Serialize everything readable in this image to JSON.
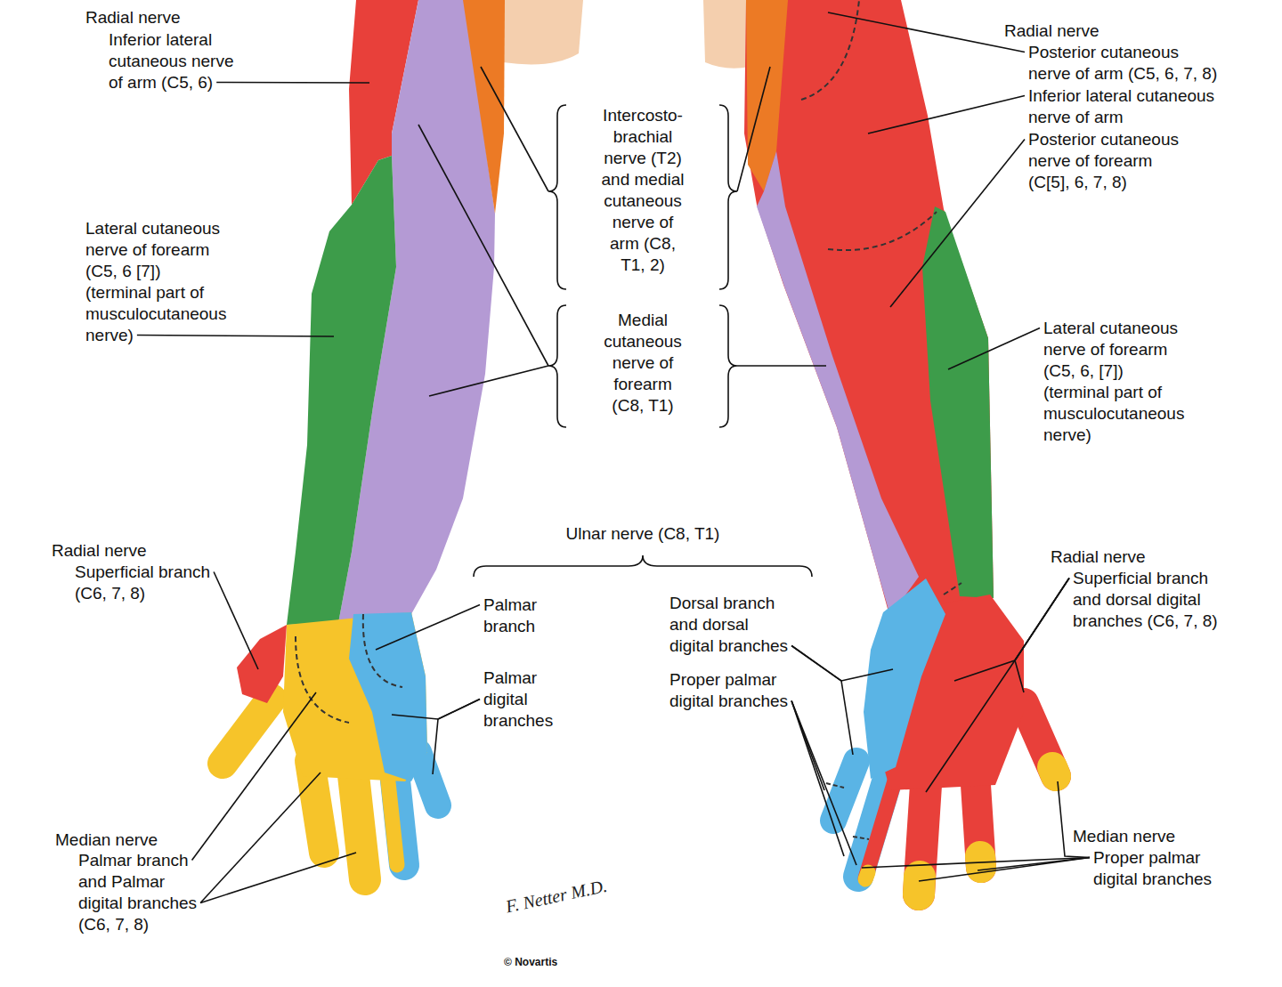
{
  "diagram": {
    "labels": [
      "Radial nerve",
      "Inferior lateral cutaneous nerve of arm (C5, 6)",
      "Lateral cutaneous nerve of forearm (C5, 6 [7]) (terminal part of musculocutaneous nerve)",
      "Radial nerve",
      "Superficial branch (C6, 7, 8)",
      "Median nerve",
      "Palmar branch and Palmar digital branches (C6, 7, 8)",
      "Intercosto-brachial nerve (T2) and medial cutaneous nerve of arm (C8, T1, 2)",
      "Medial cutaneous nerve of forearm (C8, T1)",
      "Ulnar nerve (C8, T1)",
      "Palmar branch",
      "Palmar digital branches",
      "Dorsal branch and dorsal digital branches",
      "Proper palmar digital branches",
      "Radial nerve",
      "Posterior cutaneous nerve of arm (C5, 6, 7, 8)",
      "Inferior lateral cutaneous nerve of arm",
      "Posterior cutaneous nerve of forearm (C[5], 6, 7, 8)",
      "Lateral cutaneous nerve of forearm (C5, 6, [7]) (terminal part of musculocutaneous nerve)",
      "Radial nerve",
      "Superficial branch and dorsal digital branches (C6, 7, 8)",
      "Median nerve",
      "Proper palmar digital branches",
      "F. Netter M.D.",
      "© Novartis"
    ]
  }
}
